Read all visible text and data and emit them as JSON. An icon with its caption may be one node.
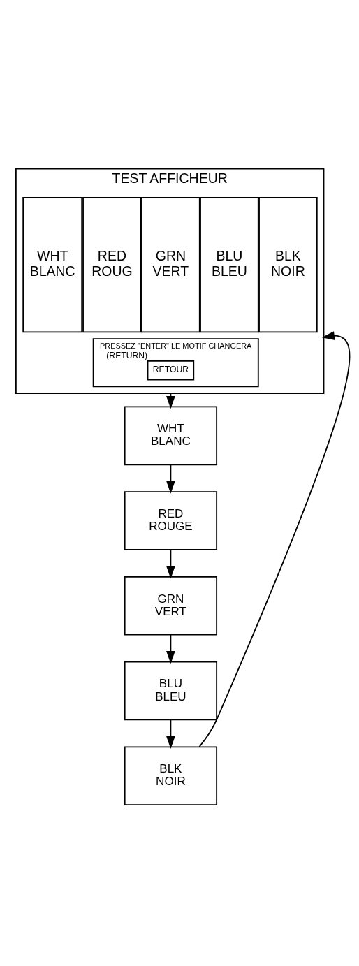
{
  "diagram": {
    "nodes": [
      {
        "text": [
          "TEST AFFICHEUR"
        ]
      },
      {
        "text": [
          "WHT BLANC"
        ],
        "in": 0
      },
      {
        "text": [
          "RED ROUG"
        ],
        "in": 0
      },
      {
        "text": [
          "GRN VERT"
        ],
        "in": 0
      },
      {
        "text": [
          "BLU BLEU"
        ],
        "in": 0
      },
      {
        "text": [
          "BLK NOIR"
        ],
        "in": 0
      },
      {
        "text": [
          "PRESSEZ \"ENTER\" LE MOTIF CHANGERA"
        ],
        "in": 0
      },
      {
        "text": [
          "RETOUR"
        ],
        "in": 6,
        "beside": [
          "(RETURN)"
        ]
      },
      {
        "text": [
          "WHT BLANC"
        ]
      },
      {
        "text": [
          "RED ROUGE"
        ]
      },
      {
        "text": [
          "GRN VERT"
        ]
      },
      {
        "text": [
          "BLU BLEU"
        ]
      },
      {
        "text": [
          "BLK NOIR"
        ]
      }
    ],
    "edges": [
      {
        "from": 0,
        "to": 8,
        "arrow": "to"
      },
      {
        "from": 8,
        "to": 9,
        "arrow": "to"
      },
      {
        "from": 9,
        "to": 10,
        "arrow": "to"
      },
      {
        "from": 10,
        "to": 11,
        "arrow": "to"
      },
      {
        "from": 11,
        "to": 12,
        "arrow": "to"
      },
      {
        "from": 12,
        "to": 0,
        "arrow": "to"
      }
    ]
  }
}
